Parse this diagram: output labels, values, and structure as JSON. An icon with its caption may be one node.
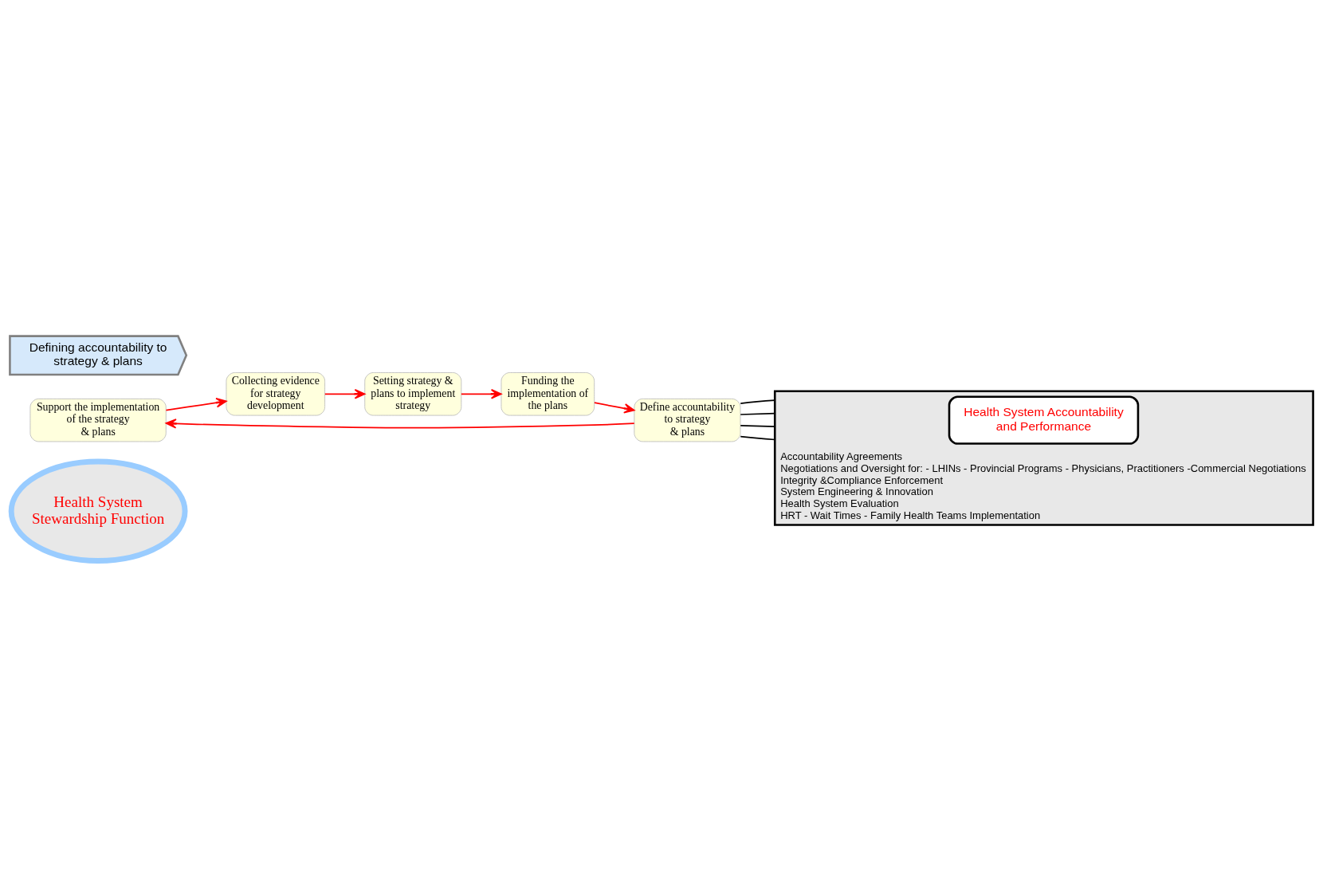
{
  "diagram": {
    "nodes": [
      {
        "text": [
          "Health System Stewardship Function"
        ]
      },
      {
        "text": [
          "Support the implementation of the strategy & plans"
        ]
      },
      {
        "text": [
          "Collecting evidence for strategy development"
        ]
      },
      {
        "text": [
          "Setting strategy & plans to implement strategy"
        ]
      },
      {
        "text": [
          "Funding the implementation of the plans"
        ]
      },
      {
        "text": [
          "Define accountability to strategy & plans"
        ]
      },
      {
        "text": [
          "Accountability Agreements",
          "Negotiations and Oversight for: - LHINs - Provincial Programs - Physicians, Practitioners -Commercial Negotiations",
          "Integrity &Compliance Enforcement",
          "System Engineering & Innovation",
          "Health System Evaluation",
          "HRT - Wait Times - Family Health Teams Implementation"
        ]
      },
      {
        "text": [
          "Health System Accountability and Performance"
        ],
        "in": 6
      },
      {
        "text": [
          "Defining accountability to strategy & plans"
        ]
      }
    ],
    "edges": [
      {
        "from": 1,
        "to": 2,
        "arrow": "to"
      },
      {
        "from": 2,
        "to": 3,
        "arrow": "to"
      },
      {
        "from": 3,
        "to": 4,
        "arrow": "to"
      },
      {
        "from": 4,
        "to": 5,
        "arrow": "to"
      },
      {
        "from": 5,
        "to": 1,
        "arrow": "to"
      },
      {
        "from": 5,
        "to": 6,
        "arrow": "none",
        "color": "#000000"
      },
      {
        "from": 5,
        "to": 6,
        "arrow": "none",
        "color": "#000000"
      },
      {
        "from": 5,
        "to": 6,
        "arrow": "none",
        "color": "#000000"
      },
      {
        "from": 5,
        "to": 6,
        "arrow": "none",
        "color": "#000000"
      }
    ]
  }
}
